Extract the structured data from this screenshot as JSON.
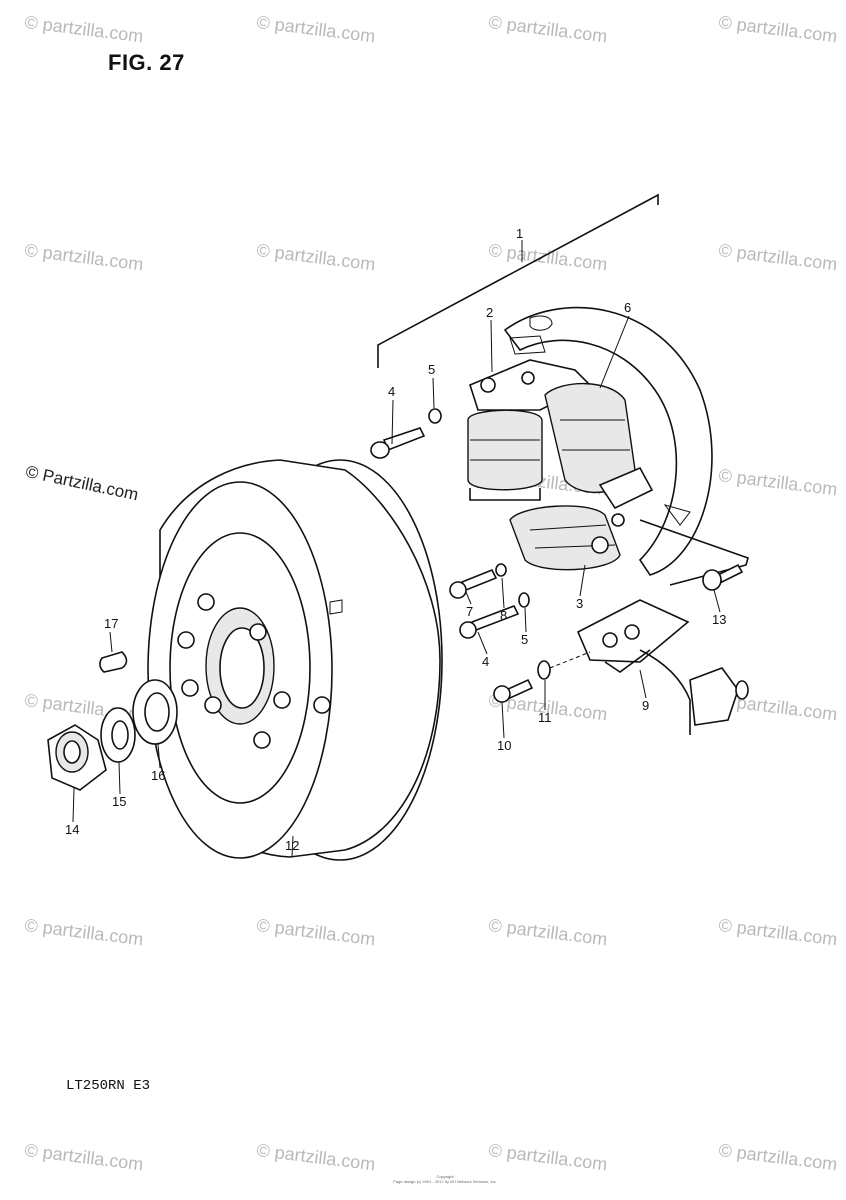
{
  "figure": {
    "title": "FIG. 27",
    "model_code": "LT250RN  E3",
    "copyright": [
      "Copyright",
      "Page design (c) 2001 - 2017 by ATI Network Services, Inc."
    ]
  },
  "watermark": {
    "text": "© Partzilla.com",
    "text_lower": "© partzilla.com"
  },
  "callouts": {
    "1": "1",
    "2": "2",
    "3": "3",
    "4": "4",
    "4b": "4",
    "5": "5",
    "5b": "5",
    "6": "6",
    "7": "7",
    "8": "8",
    "9": "9",
    "10": "10",
    "11": "11",
    "12": "12",
    "13": "13",
    "14": "14",
    "15": "15",
    "16": "16",
    "17": "17"
  }
}
